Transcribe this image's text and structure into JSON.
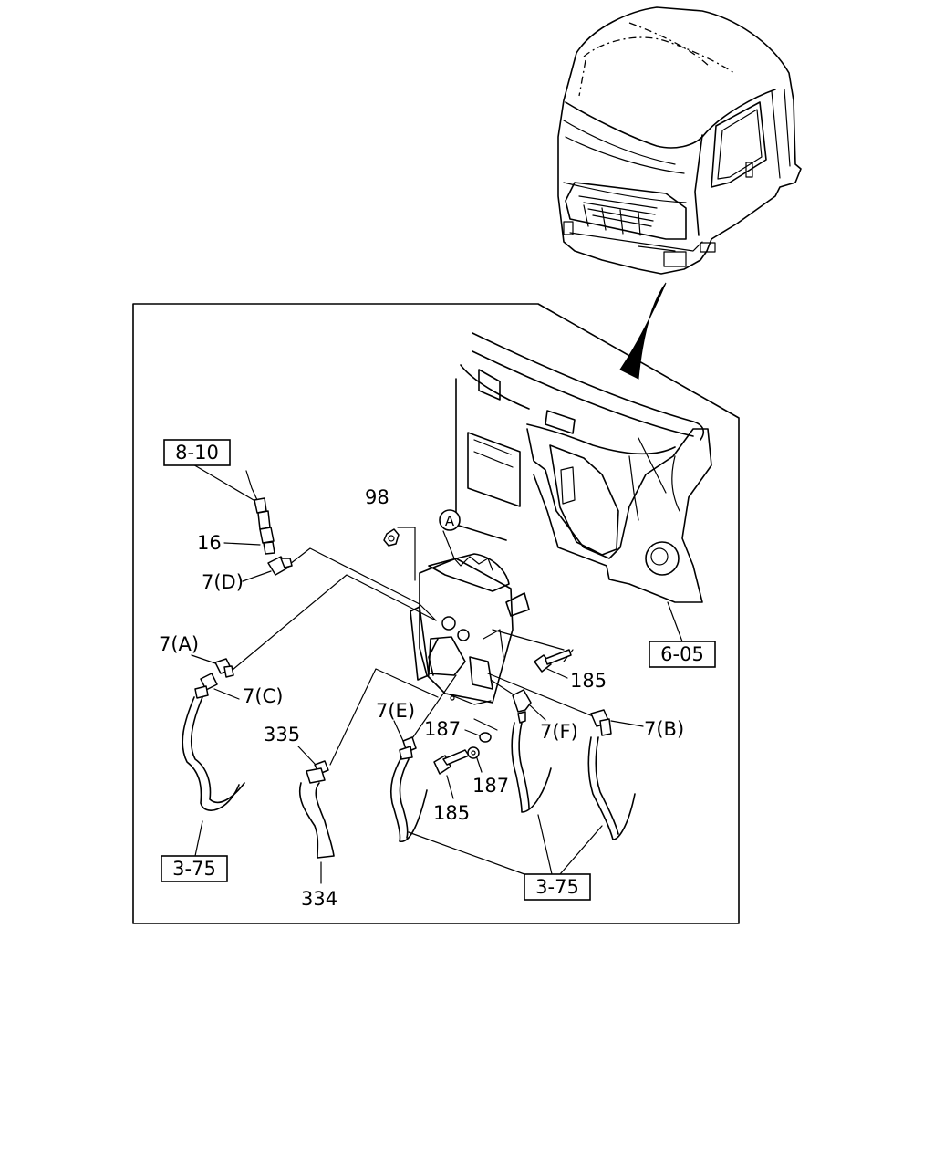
{
  "callouts": {
    "ref_8_10": "8-10",
    "part_16": "16",
    "part_7d": "7(D)",
    "part_98": "98",
    "circle_a": "A",
    "part_7a": "7(A)",
    "part_7c": "7(C)",
    "part_185_upper": "185",
    "part_6_05": "6-05",
    "part_335": "335",
    "part_7e": "7(E)",
    "part_187_upper": "187",
    "part_7f": "7(F)",
    "part_7b": "7(B)",
    "part_187_lower": "187",
    "part_185_lower": "185",
    "ref_3_75_left": "3-75",
    "part_334": "334",
    "ref_3_75_right": "3-75"
  }
}
